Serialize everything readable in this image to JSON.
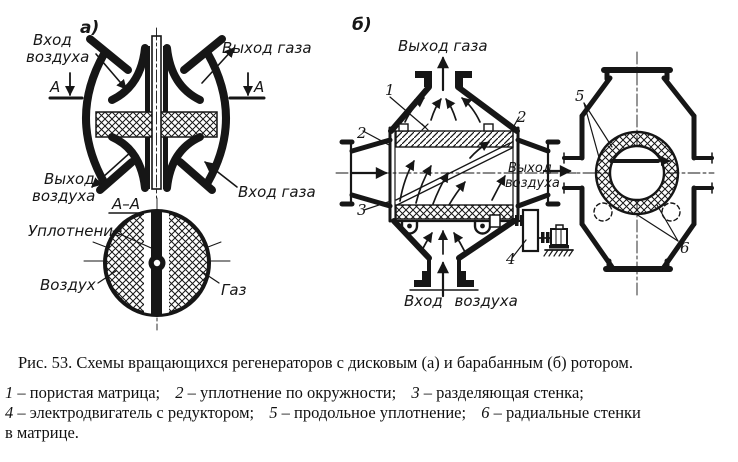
{
  "style": {
    "ink_color": "#161616",
    "background": "#ffffff"
  },
  "figure": {
    "caption": "Рис. 53. Схемы вращающихся регенераторов с дисковым (а) и барабанным (б) ротором.",
    "legend": {
      "line1": [
        {
          "n": "1",
          "t": "– пористая матрица;"
        },
        {
          "n": "2",
          "t": "– уплотнение по окружности;"
        },
        {
          "n": "3",
          "t": "– разделяющая стенка;"
        }
      ],
      "line2": [
        {
          "n": "4",
          "t": "– электродвигатель с редуктором;"
        },
        {
          "n": "5",
          "t": "– продольное уплотнение;"
        },
        {
          "n": "6",
          "t": "– радиальные стенки"
        }
      ],
      "line3": "в матрице."
    }
  },
  "diagram_a": {
    "tag": "а)",
    "air_inlet_l1": "Вход",
    "air_inlet_l2": "воздуха",
    "gas_outlet": "Выход газа",
    "section_letter": "А",
    "air_outlet_l1": "Выход",
    "air_outlet_l2": "воздуха",
    "gas_inlet": "Вход газа",
    "section_title": "А–А",
    "seal": "Уплотнение",
    "air": "Воздух",
    "gas": "Газ"
  },
  "diagram_b": {
    "tag": "б)",
    "gas_outlet": "Выход газа",
    "air_outlet_l1": "Выход",
    "air_outlet_l2": "воздуха",
    "air_inlet": "Вход воздуха",
    "n1": "1",
    "n2": "2",
    "n3": "3",
    "n4": "4"
  },
  "side_view": {
    "n5": "5",
    "n6": "6"
  }
}
